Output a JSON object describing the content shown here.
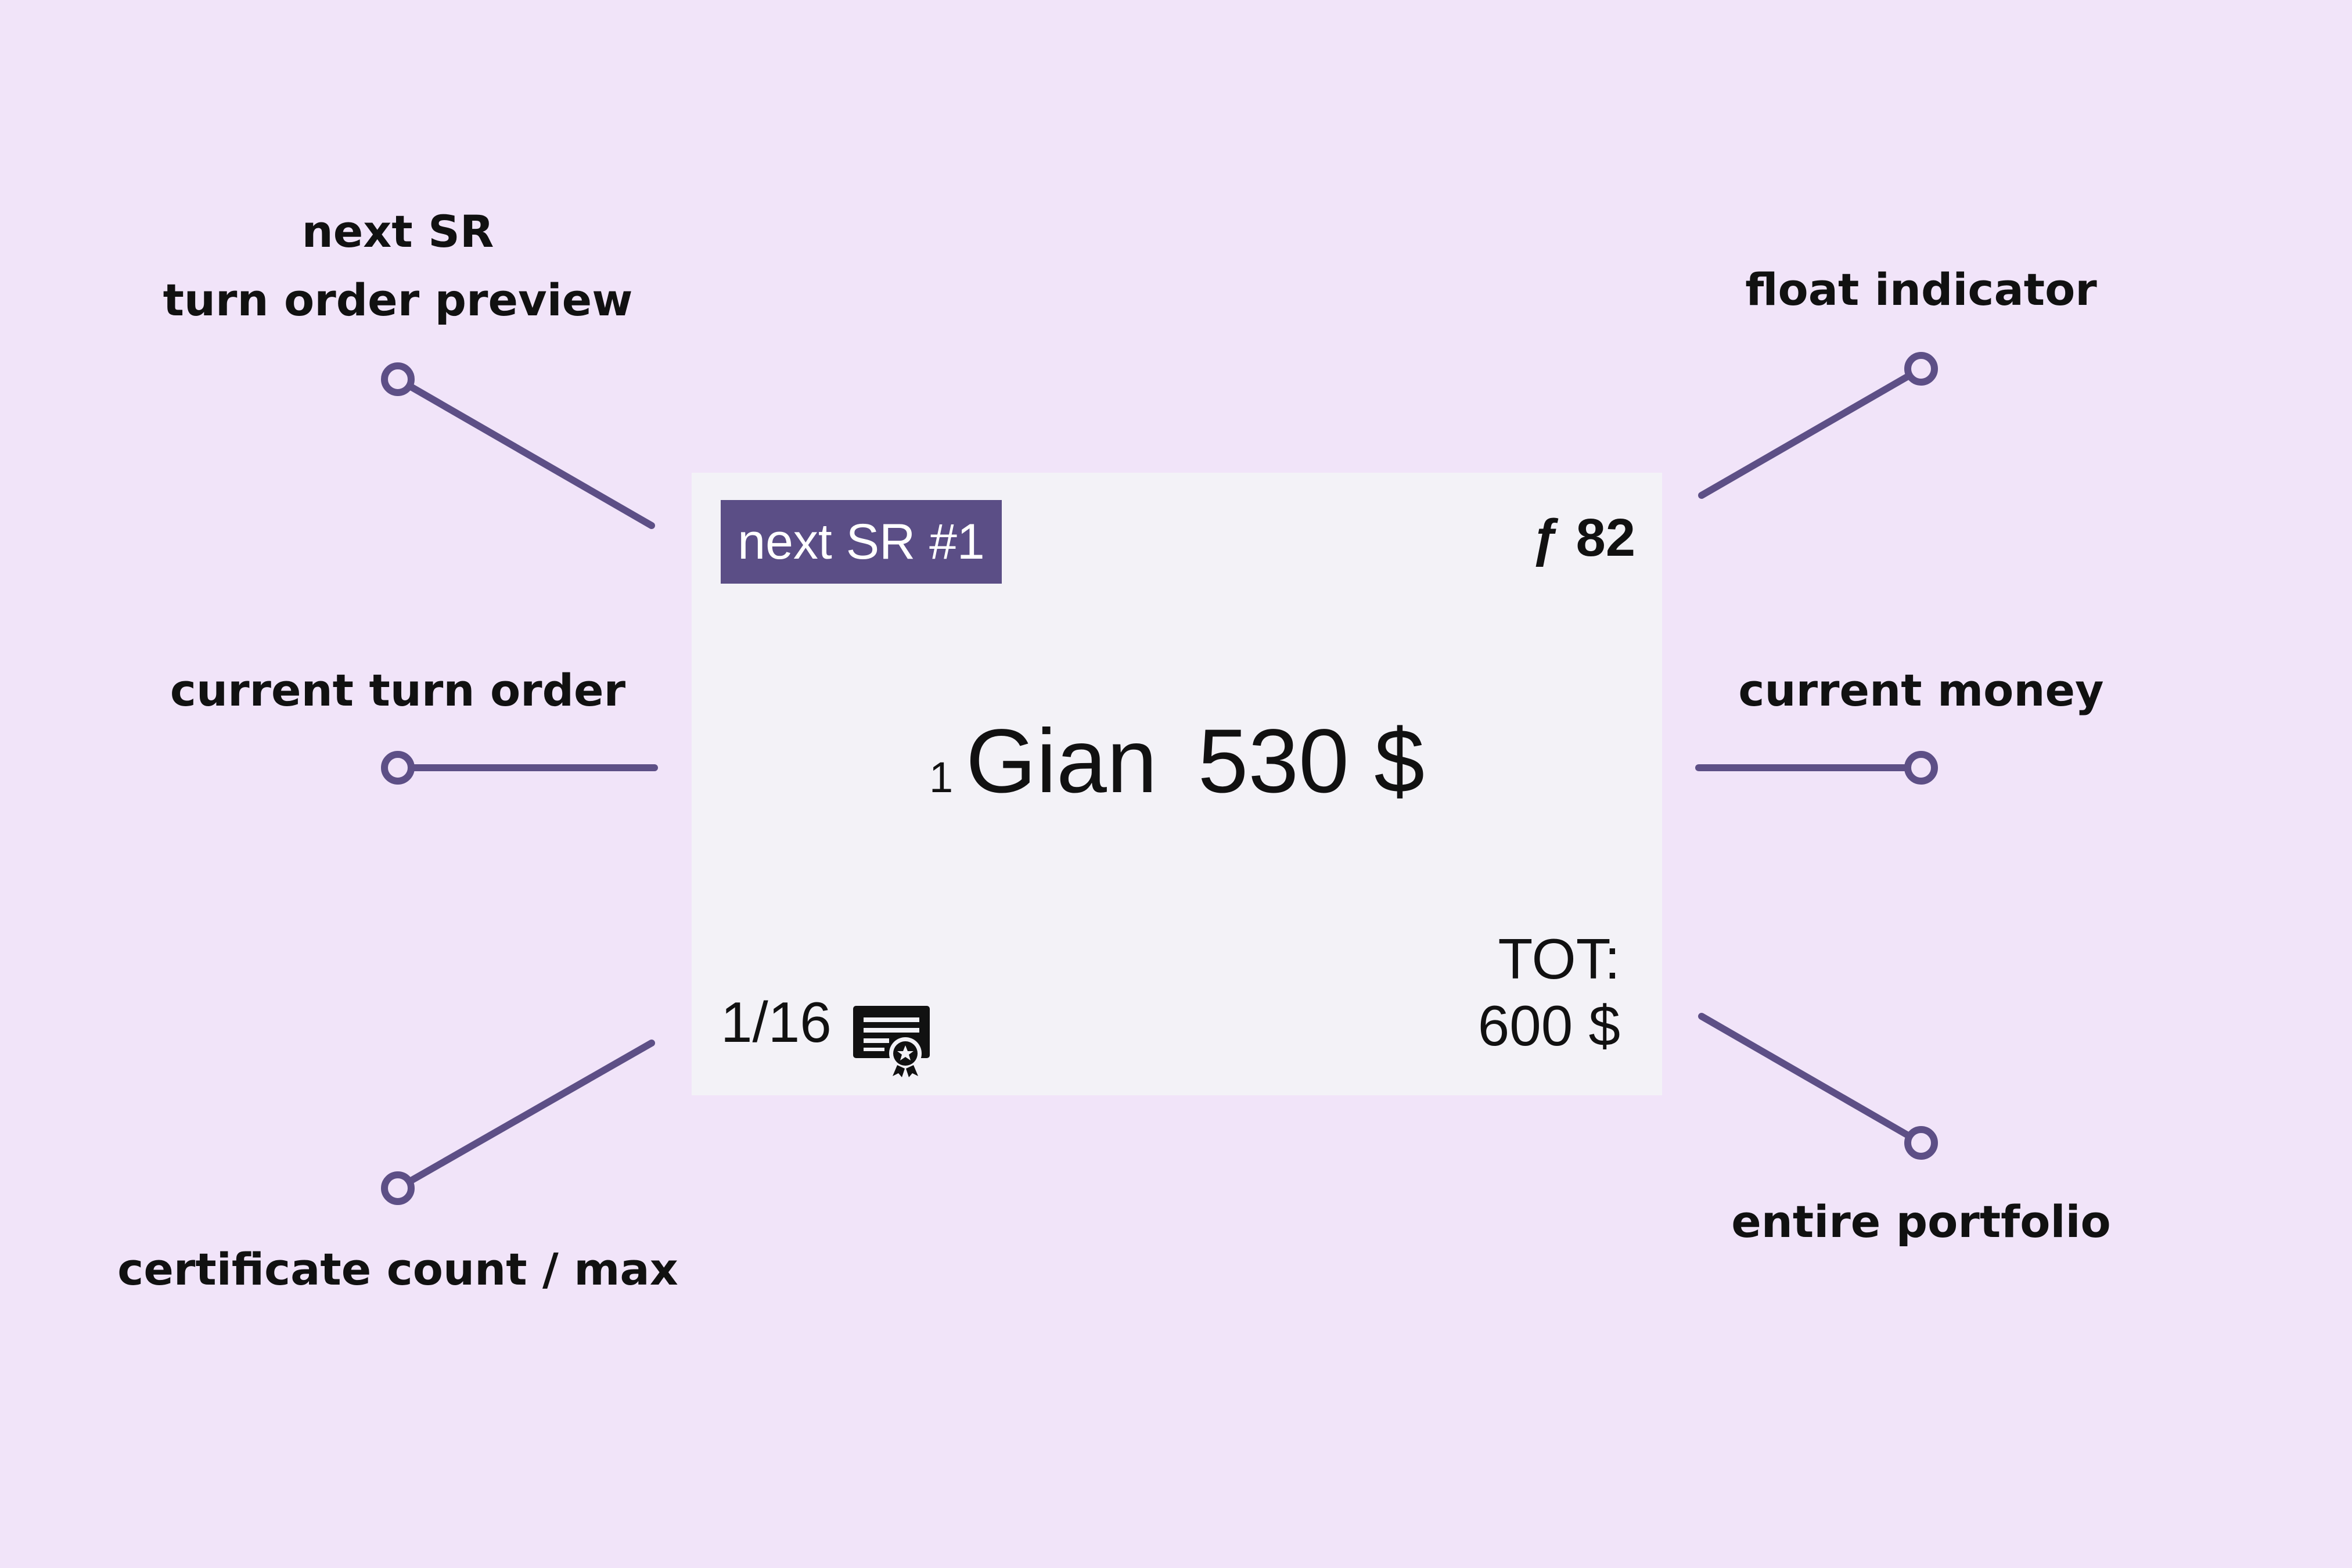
{
  "callouts": {
    "next_sr_line1": "next SR",
    "next_sr_line2": "turn order preview",
    "current_turn_order": "current turn order",
    "certificate_count": "certificate count / max",
    "float_indicator": "float indicator",
    "current_money": "current money",
    "entire_portfolio": "entire portfolio"
  },
  "card": {
    "next_sr_badge": "next SR #1",
    "float_value": "ƒ 82",
    "turn_order": "1",
    "player_name": "Gian",
    "money": "530 $",
    "certificates": "1/16",
    "certificate_icon": "certificate-icon",
    "total_label": "TOT:",
    "total_value": "600 $"
  },
  "colors": {
    "background": "#f1e4f9",
    "card": "#f3f2f7",
    "accent": "#5b4e86"
  }
}
